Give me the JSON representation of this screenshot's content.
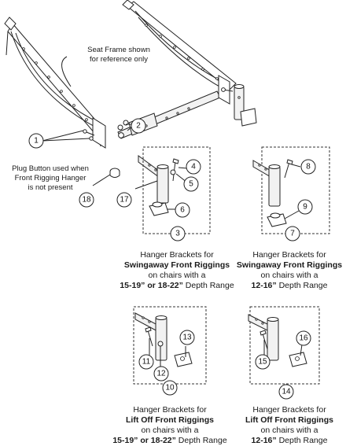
{
  "notes": {
    "seat_frame_line1": "Seat Frame shown",
    "seat_frame_line2": "for reference only",
    "plug_line1": "Plug Button used when",
    "plug_line2": "Front Rigging Hanger",
    "plug_line3": "is not present"
  },
  "callouts": {
    "c1": "1",
    "c2": "2",
    "c3": "3",
    "c4": "4",
    "c5": "5",
    "c6": "6",
    "c7": "7",
    "c8": "8",
    "c9": "9",
    "c10": "10",
    "c11": "11",
    "c12": "12",
    "c13": "13",
    "c14": "14",
    "c15": "15",
    "c16": "16",
    "c17": "17",
    "c18": "18"
  },
  "captions": {
    "swing_1522": {
      "line1": "Hanger Brackets for",
      "line2": "Swingaway Front Riggings",
      "line3": "on chairs with a",
      "line4a": "15-19” or 18-22”",
      "line4b": " Depth Range"
    },
    "swing_1216": {
      "line1": "Hanger Brackets for",
      "line2": "Swingaway Front Riggings",
      "line3": "on chairs with a",
      "line4a": "12-16”",
      "line4b": " Depth Range"
    },
    "lift_1522": {
      "line1": "Hanger Brackets for",
      "line2": "Lift Off Front Riggings",
      "line3": "on chairs with a",
      "line4a": "15-19” or 18-22”",
      "line4b": " Depth Range"
    },
    "lift_1216": {
      "line1": "Hanger Brackets for",
      "line2": "Lift Off Front Riggings",
      "line3": "on chairs with a",
      "line4a": "12-16”",
      "line4b": " Depth Range"
    }
  }
}
